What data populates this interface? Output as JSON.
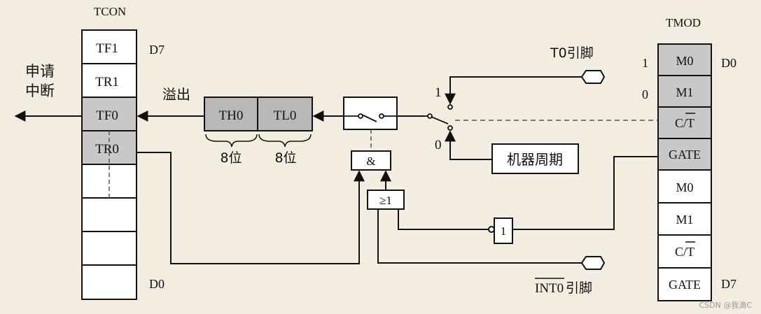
{
  "tcon": {
    "title": "TCON",
    "cells": [
      "TF1",
      "TR1",
      "TF0",
      "TR0",
      "",
      "",
      "",
      ""
    ],
    "bit_high": "D7",
    "bit_low": "D0"
  },
  "tmod": {
    "title": "TMOD",
    "cells_upper": [
      "M0",
      "M1",
      "C/T",
      "GATE"
    ],
    "cells_lower": [
      "M0",
      "M1",
      "C/T",
      "GATE"
    ],
    "bit_low": "D0",
    "bit_high": "D7",
    "mode_bit_values": [
      "1",
      "0"
    ]
  },
  "interrupt_request": [
    "申请",
    "中断"
  ],
  "overflow_label": "溢出",
  "counter": {
    "th0": "TH0",
    "tl0": "TL0",
    "width_th0": "8位",
    "width_tl0": "8位"
  },
  "gates": {
    "and": "&",
    "or": "≥1",
    "not": "1"
  },
  "selector": {
    "pos_upper": "1",
    "pos_lower": "0"
  },
  "t0_pin": "T0引脚",
  "machine_cycle": "机器周期",
  "int0_pin": {
    "overline_part": "INT0",
    "suffix": "引脚"
  },
  "watermark": "CSDN @我滴C"
}
